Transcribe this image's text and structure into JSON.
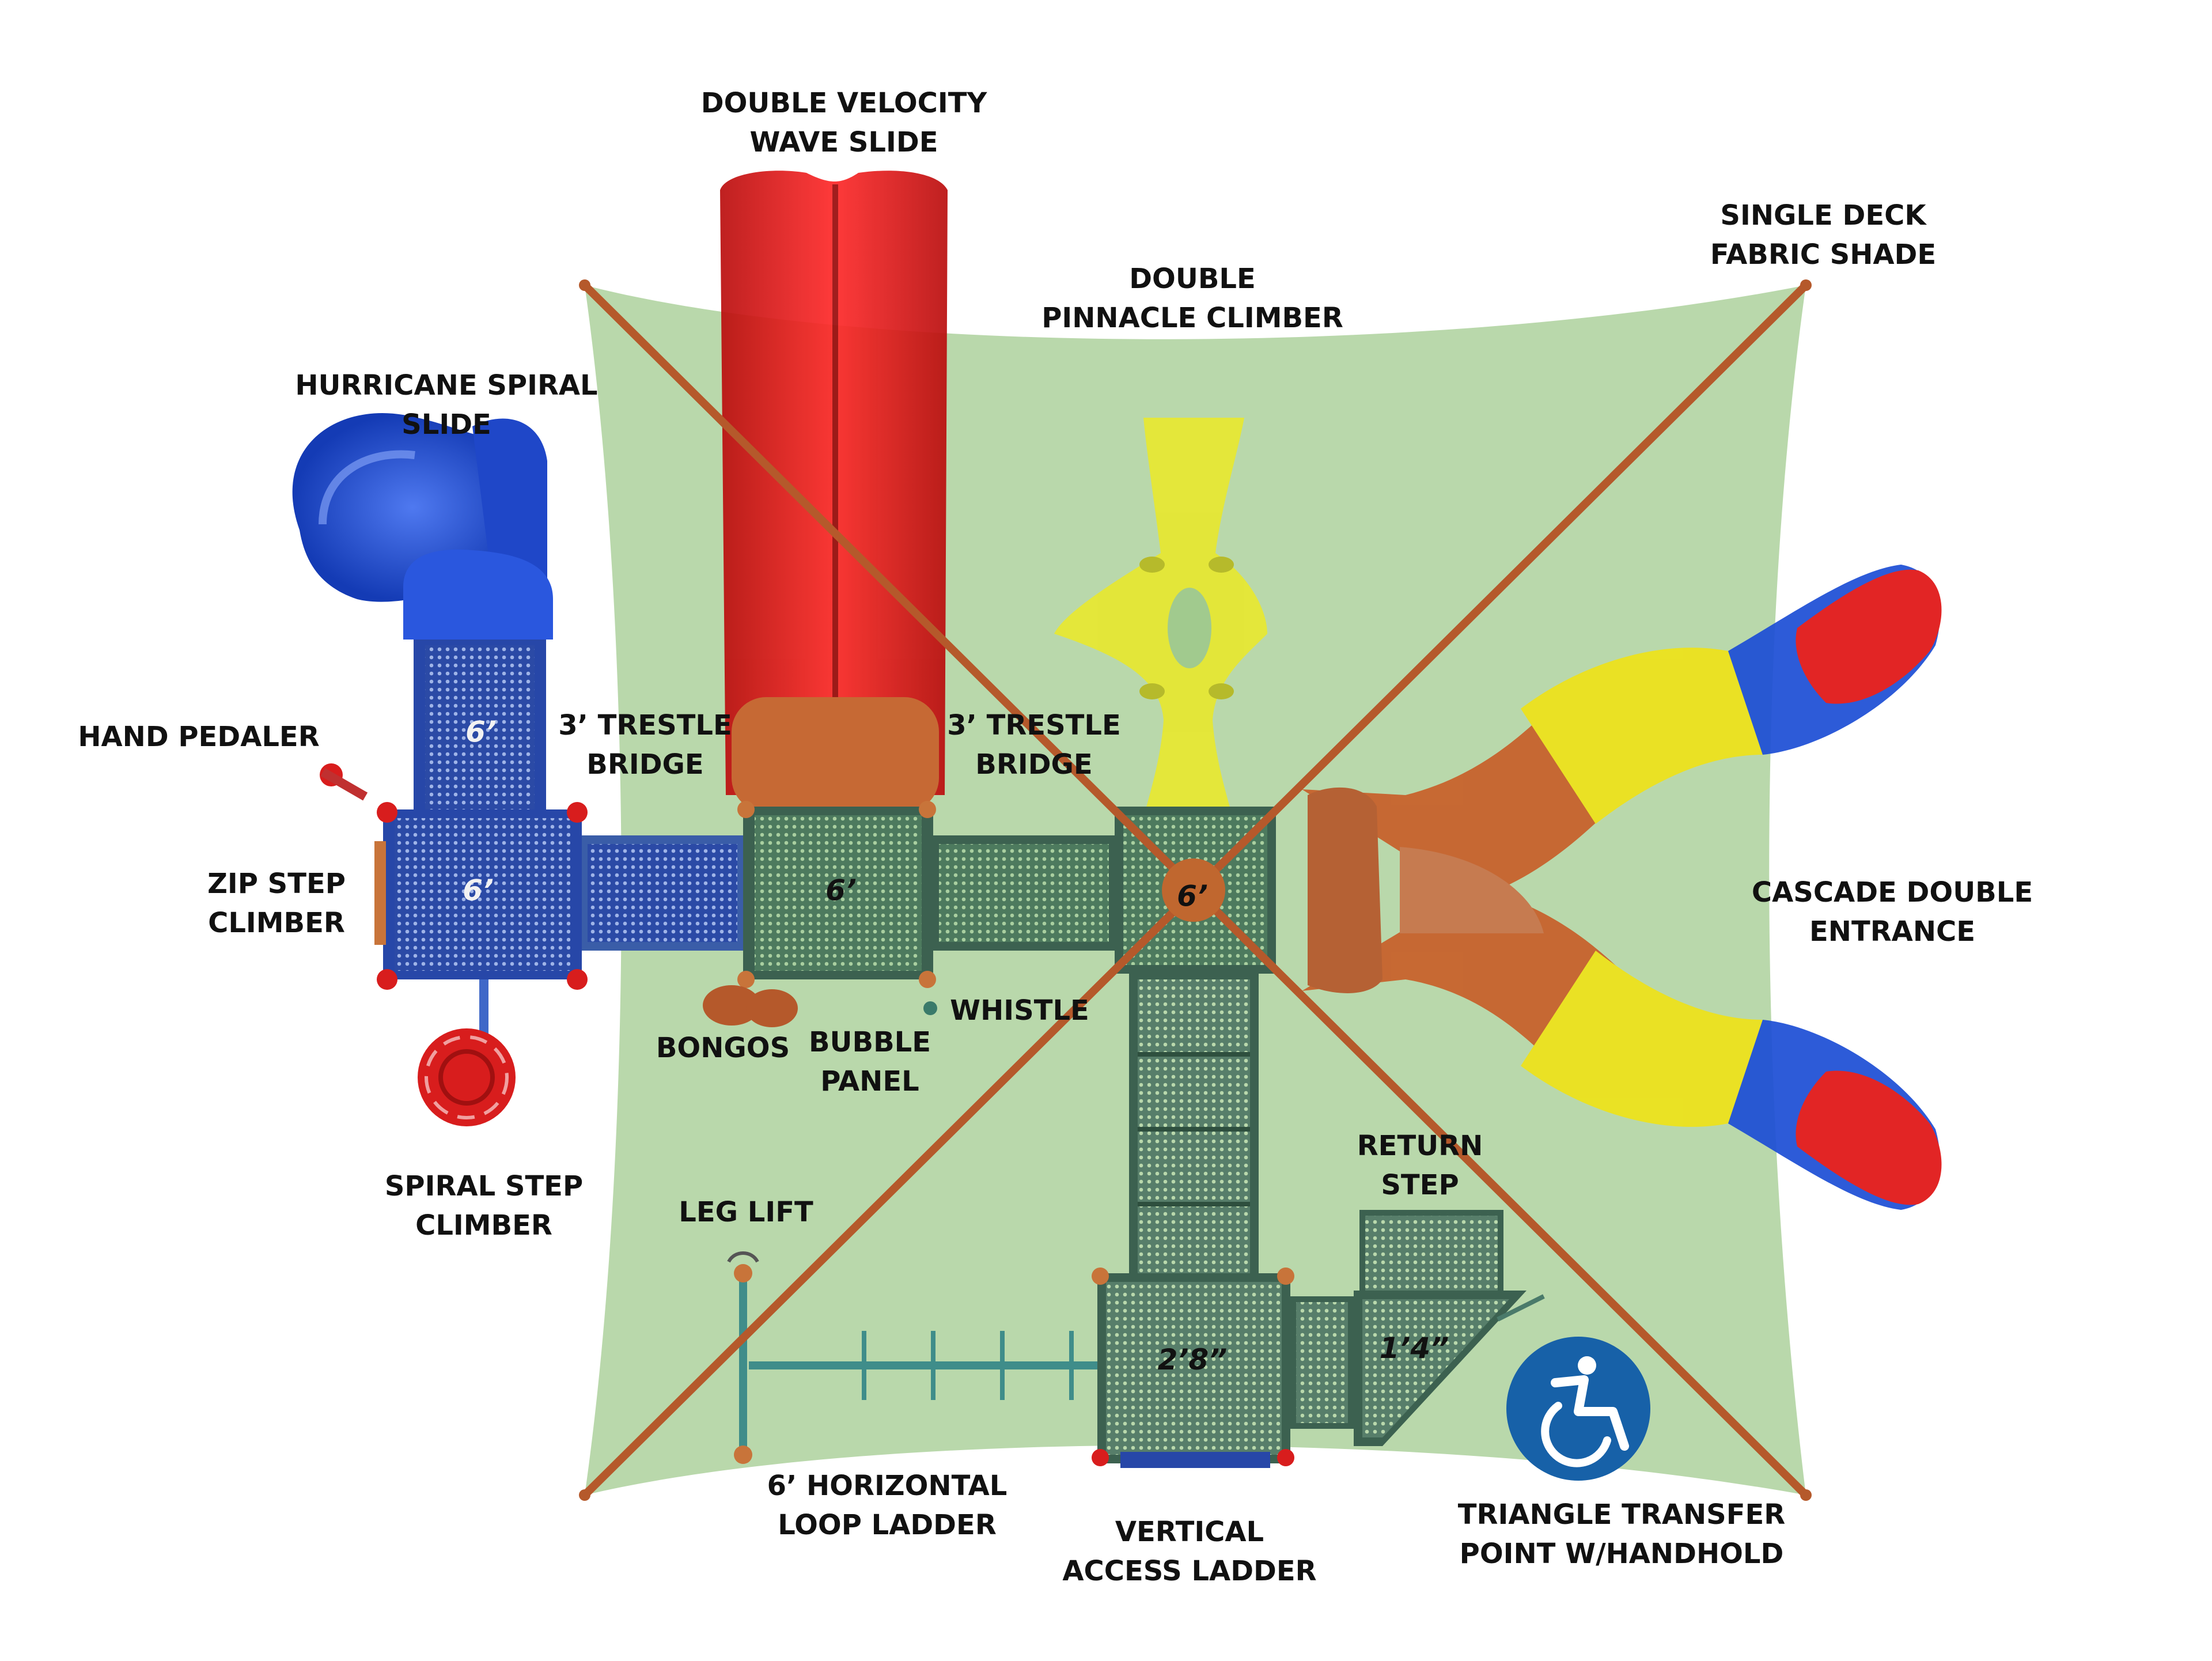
{
  "labels": {
    "double_velocity": [
      "DOUBLE VELOCITY",
      "WAVE SLIDE"
    ],
    "single_deck": [
      "SINGLE DECK",
      "FABRIC SHADE"
    ],
    "double_pinnacle": [
      "DOUBLE",
      "PINNACLE CLIMBER"
    ],
    "hurricane": [
      "HURRICANE SPIRAL",
      "SLIDE"
    ],
    "hand_pedaler": [
      "HAND PEDALER"
    ],
    "trestle_left": [
      "3’ TRESTLE",
      "BRIDGE"
    ],
    "trestle_right": [
      "3’ TRESTLE",
      "BRIDGE"
    ],
    "zip_step": [
      "ZIP STEP",
      "CLIMBER"
    ],
    "cascade": [
      "CASCADE DOUBLE",
      "ENTRANCE"
    ],
    "whistle": [
      "WHISTLE"
    ],
    "bongos": [
      "BONGOS"
    ],
    "bubble_panel": [
      "BUBBLE",
      "PANEL"
    ],
    "spiral_step": [
      "SPIRAL STEP",
      "CLIMBER"
    ],
    "return_step": [
      "RETURN",
      "STEP"
    ],
    "leg_lift": [
      "LEG LIFT"
    ],
    "horizontal_loop": [
      "6’ HORIZONTAL",
      "LOOP LADDER"
    ],
    "vertical_access": [
      "VERTICAL",
      "ACCESS LADDER"
    ],
    "triangle_transfer": [
      "TRIANGLE TRANSFER",
      "POINT W/HANDHOLD"
    ]
  },
  "deck_heights": {
    "upper_left": "6’",
    "left": "6’",
    "center_left": "6’",
    "center": "6’",
    "lower": "2’8”",
    "transfer": "1’4”"
  },
  "icons": {
    "accessibility": "accessibility-wheelchair-icon"
  },
  "colors": {
    "shade": "#9dc98a",
    "shade_pole": "#b5592b",
    "deck_blue": "#2a4fb0",
    "deck_green": "#3f6b52",
    "slide_red": "#e01515",
    "slide_blue": "#1e4fd6",
    "slide_yellow": "#f0e21a",
    "orange": "#c8602a",
    "accessibility_blue": "#1761a8"
  }
}
